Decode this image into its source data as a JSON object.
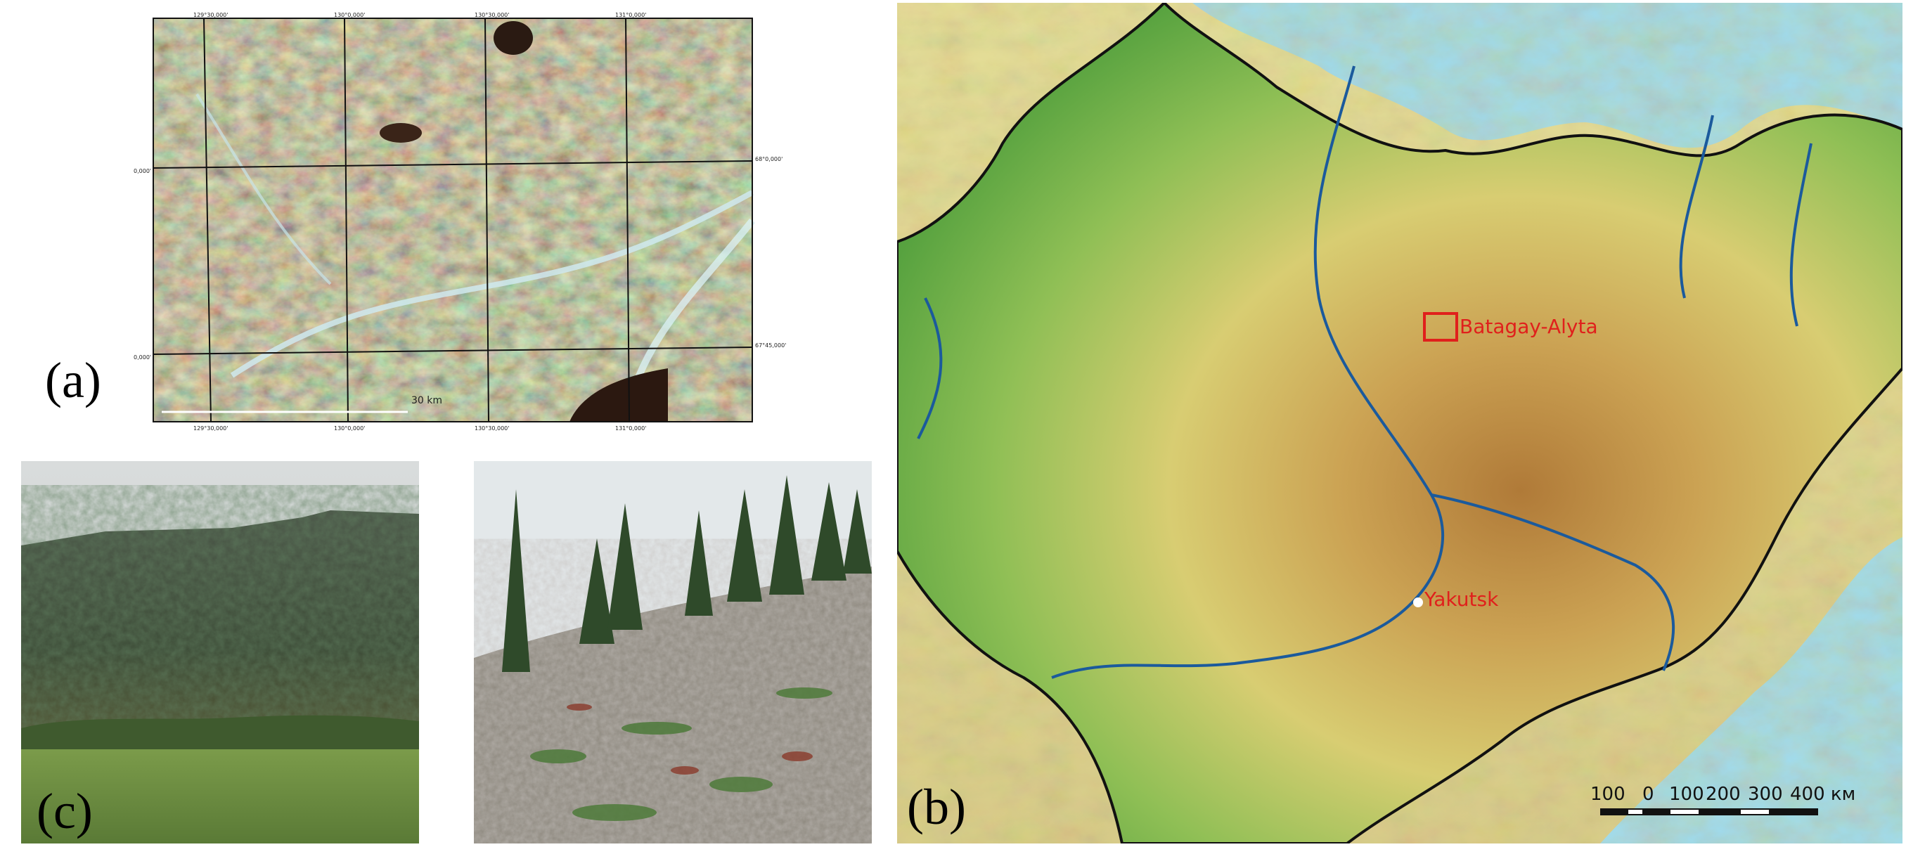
{
  "figure": {
    "label_a": "(a)",
    "label_b": "(b)",
    "label_c": "(c)"
  },
  "satellite": {
    "coords_top": [
      "129°30,000'",
      "130°0,000'",
      "130°30,000'",
      "131°0,000'"
    ],
    "coords_bottom": [
      "129°30,000'",
      "130°0,000'",
      "130°30,000'",
      "131°0,000'"
    ],
    "coords_left": [
      "0,000'",
      "0,000'"
    ],
    "coords_right": [
      "68°0,000'",
      "67°45,000'"
    ],
    "scale": "30 km"
  },
  "map": {
    "places": [
      {
        "name": "Batagay-Alyta",
        "color": "#e0201c"
      },
      {
        "name": "Yakutsk",
        "color": "#e0201c"
      }
    ],
    "scalebar": {
      "ticks": [
        "100",
        "0",
        "100",
        "200",
        "300",
        "400 км"
      ]
    },
    "colors": {
      "sea": "#9fdcf0",
      "lowland": "#4f9e3c",
      "highland": "#b7843c",
      "boundary": "#111111",
      "river": "#1b5a9c"
    }
  }
}
